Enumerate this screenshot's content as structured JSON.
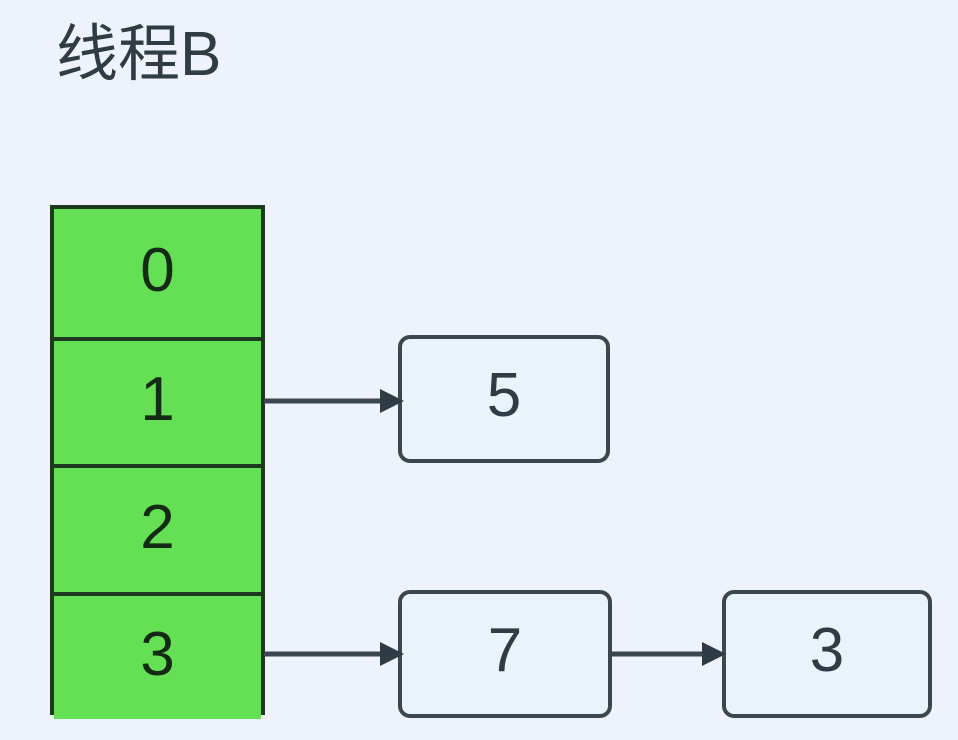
{
  "diagram": {
    "title": "线程B",
    "background_color": "#edf2fb",
    "array": {
      "name": "hash-bucket-array",
      "fill_color": "#65e055",
      "border_color": "#1d3a1f",
      "cells": [
        {
          "index": "0",
          "has_chain": false
        },
        {
          "index": "1",
          "has_chain": true
        },
        {
          "index": "2",
          "has_chain": false
        },
        {
          "index": "3",
          "has_chain": true
        }
      ]
    },
    "nodes": [
      {
        "id": "node-5",
        "value": "5",
        "bucket": "1"
      },
      {
        "id": "node-7",
        "value": "7",
        "bucket": "3"
      },
      {
        "id": "node-3",
        "value": "3",
        "bucket": "3"
      }
    ],
    "node_style": {
      "fill_color": "#e9f3fb",
      "border_color": "#3a4650"
    },
    "arrows": [
      {
        "id": "arrow-1-to-5",
        "from": "bucket-1",
        "to": "node-5"
      },
      {
        "id": "arrow-3-to-7",
        "from": "bucket-3",
        "to": "node-7"
      },
      {
        "id": "arrow-7-to-3",
        "from": "node-7",
        "to": "node-3"
      }
    ],
    "arrow_color": "#3a4650"
  }
}
